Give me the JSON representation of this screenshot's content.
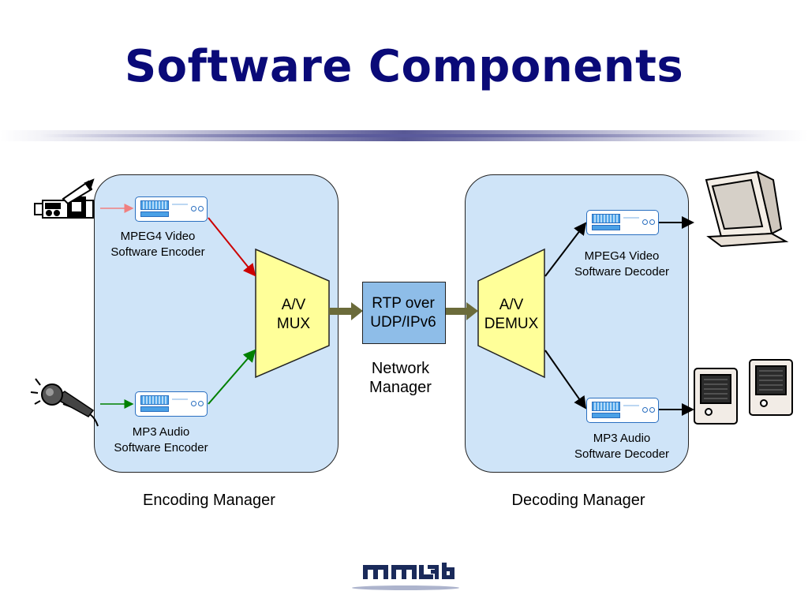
{
  "title": "Software Components",
  "encoding_manager": {
    "label": "Encoding Manager",
    "video_encoder": "MPEG4 Video\nSoftware Encoder",
    "audio_encoder": "MP3 Audio\nSoftware Encoder",
    "mux": "A/V\nMUX"
  },
  "network": {
    "box": "RTP over\nUDP/IPv6",
    "label": "Network\nManager"
  },
  "decoding_manager": {
    "label": "Decoding Manager",
    "video_decoder": "MPEG4 Video\nSoftware Decoder",
    "audio_decoder": "MP3 Audio\nSoftware Decoder",
    "demux": "A/V\nDEMUX"
  },
  "logo": "MMLab",
  "colors": {
    "title": "#0a0a78",
    "panel": "#cfe4f8",
    "trapezoid": "#ffff99",
    "rtp_box": "#8ebde8",
    "video_arrow": "#cc0000",
    "audio_arrow": "#008000",
    "big_arrow": "#6b6b3a"
  },
  "icons": [
    "video-camera-icon",
    "microphone-icon",
    "monitor-icon",
    "speakers-icon"
  ]
}
